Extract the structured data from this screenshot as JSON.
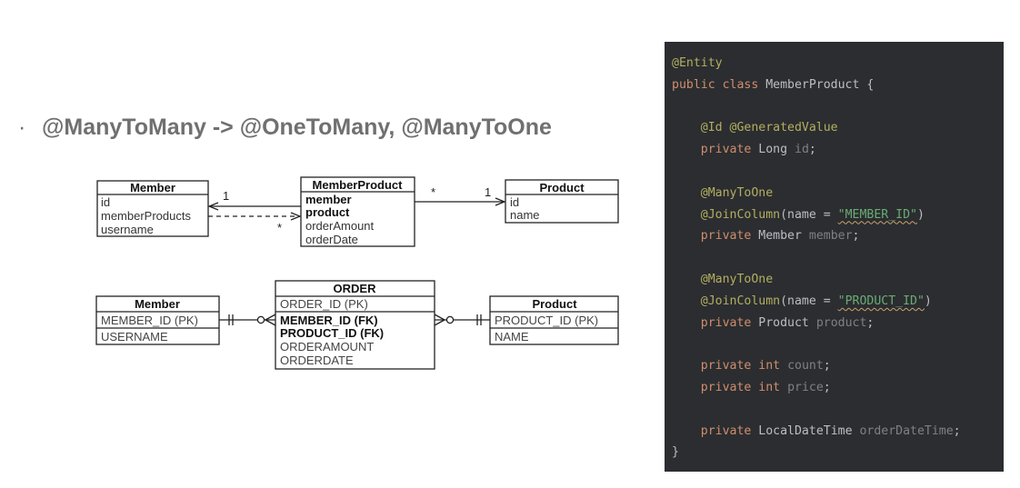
{
  "headline": {
    "bullet": "·",
    "text": "@ManyToMany -> @OneToMany, @ManyToOne"
  },
  "object_diagram": {
    "member": {
      "title": "Member",
      "fields": [
        "id",
        "memberProducts",
        "username"
      ]
    },
    "member_product": {
      "title": "MemberProduct",
      "fields": [
        "member",
        "product",
        "orderAmount",
        "orderDate"
      ]
    },
    "product": {
      "title": "Product",
      "fields": [
        "id",
        "name"
      ]
    },
    "multiplicity": {
      "one_left": "1",
      "many_left": "*",
      "many_right": "*",
      "one_right": "1"
    }
  },
  "table_diagram": {
    "member": {
      "title": "Member",
      "rows": [
        "MEMBER_ID (PK)",
        "USERNAME"
      ]
    },
    "order": {
      "title": "ORDER",
      "rows": [
        "ORDER_ID (PK)",
        "MEMBER_ID (FK)",
        "PRODUCT_ID (FK)",
        "ORDERAMOUNT",
        "ORDERDATE"
      ]
    },
    "product": {
      "title": "Product",
      "rows": [
        "PRODUCT_ID (PK)",
        "NAME"
      ]
    }
  },
  "code": {
    "l01": [
      "@Entity"
    ],
    "l02": [
      "public class ",
      "MemberProduct {"
    ],
    "l04": [
      "@Id @GeneratedValue"
    ],
    "l05": [
      "private ",
      "Long ",
      "id",
      ";"
    ],
    "l07": [
      "@ManyToOne"
    ],
    "l08": [
      "@JoinColumn",
      "(name = ",
      "\"MEMBER_ID\"",
      ")"
    ],
    "l09": [
      "private ",
      "Member ",
      "member",
      ";"
    ],
    "l11": [
      "@ManyToOne"
    ],
    "l12": [
      "@JoinColumn",
      "(name = ",
      "\"PRODUCT_ID\"",
      ")"
    ],
    "l13": [
      "private ",
      "Product ",
      "product",
      ";"
    ],
    "l15": [
      "private ",
      "int ",
      "count",
      ";"
    ],
    "l16": [
      "private ",
      "int ",
      "price",
      ";"
    ],
    "l18": [
      "private ",
      "LocalDateTime ",
      "orderDateTime",
      ";"
    ],
    "l19": [
      "}"
    ]
  }
}
